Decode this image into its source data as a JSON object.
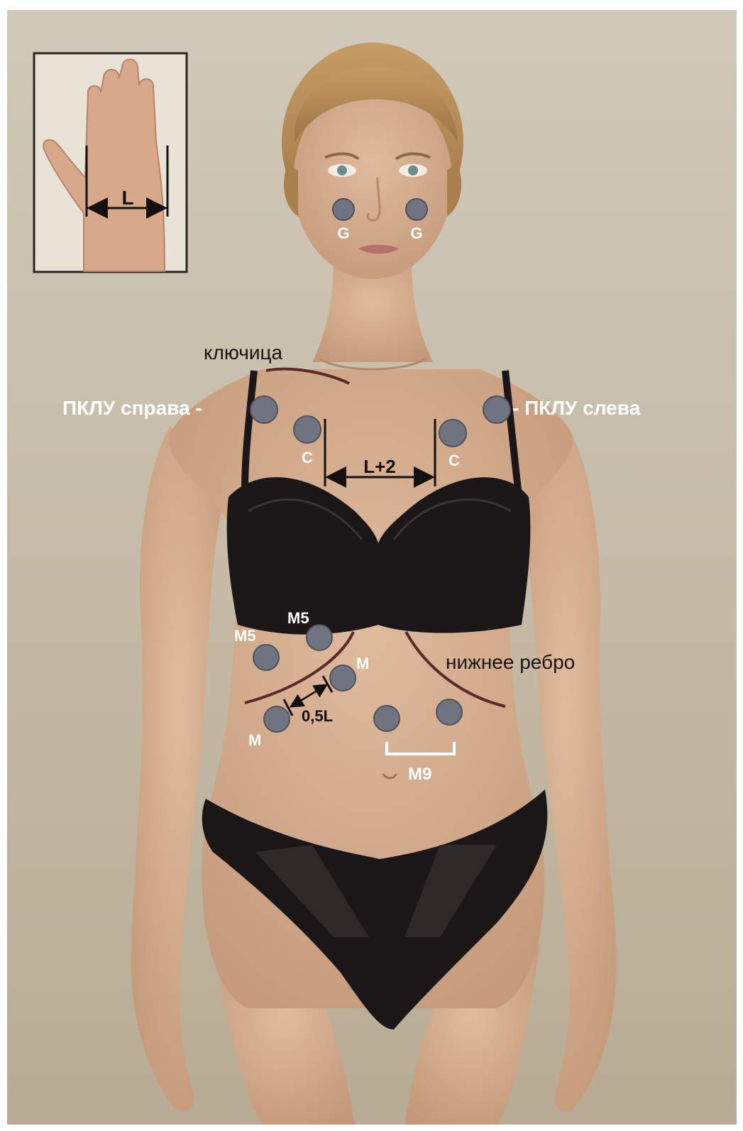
{
  "colors": {
    "background_top": "#cfc7b6",
    "background_bottom": "#b9ad97",
    "skin": "#d9b294",
    "skin_shadow": "#bf9376",
    "hair": "#b58a55",
    "garment": "#1b1718",
    "point_fill": "#6f7480",
    "point_stroke": "#4e525b",
    "rib_line": "#5a2a2a",
    "label_white": "#ffffff",
    "label_dark": "#1c1414"
  },
  "icons": {
    "electrode_point": "circle",
    "measure_arrow": "double-headed-arrow"
  },
  "labels": {
    "clavicle": "ключица",
    "pklu_right": "ПКЛУ справа -",
    "pklu_left": "- ПКЛУ слева",
    "lower_rib": "нижнее ребро",
    "dist_chest": "L+2",
    "dist_half": "0,5L",
    "palm_width": "L",
    "m9_group": "M9"
  },
  "points": [
    {
      "id": "g-right",
      "label": "G"
    },
    {
      "id": "g-left",
      "label": "G"
    },
    {
      "id": "pklu-right",
      "label": ""
    },
    {
      "id": "pklu-left",
      "label": ""
    },
    {
      "id": "c-right",
      "label": "C"
    },
    {
      "id": "c-left",
      "label": "C"
    },
    {
      "id": "m5-upper",
      "label": "M5"
    },
    {
      "id": "m5-lower",
      "label": "M5"
    },
    {
      "id": "m-upper",
      "label": "M"
    },
    {
      "id": "m-lower",
      "label": "M"
    },
    {
      "id": "m9-a",
      "label": ""
    },
    {
      "id": "m9-b",
      "label": ""
    }
  ]
}
